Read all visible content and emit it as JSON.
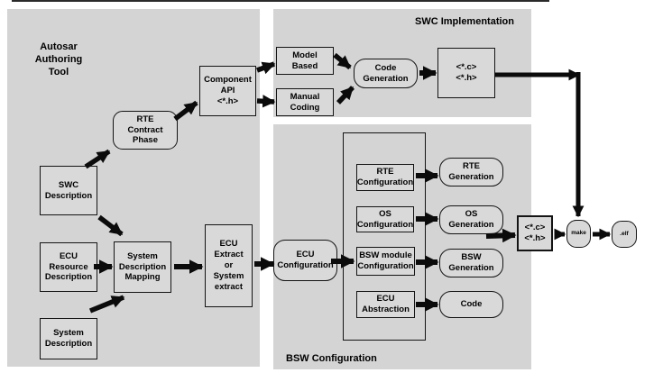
{
  "panels": {
    "authoring": {
      "label": "Autosar\nAuthoring\nTool"
    },
    "swc_impl": {
      "label": "SWC Implementation"
    },
    "bsw_conf": {
      "label": "BSW Configuration"
    }
  },
  "nodes": {
    "swc_description": {
      "label": "SWC\nDescription"
    },
    "ecu_resource_description": {
      "label": "ECU\nResource\nDescription"
    },
    "system_description": {
      "label": "System\nDescription"
    },
    "system_description_mapping": {
      "label": "System\nDescription\nMapping"
    },
    "ecu_extract": {
      "label": "ECU\nExtract\nor\nSystem\nextract"
    },
    "rte_contract_phase": {
      "label": "RTE\nContract\nPhase"
    },
    "component_api": {
      "label": "Component\nAPI\n<*.h>"
    },
    "model_based": {
      "label": "Model\nBased"
    },
    "manual_coding": {
      "label": "Manual\nCoding"
    },
    "code_generation": {
      "label": "Code\nGeneration"
    },
    "swc_ch_files": {
      "label": "<*.c>\n<*.h>"
    },
    "rte_configuration": {
      "label": "RTE\nConfiguration"
    },
    "os_configuration": {
      "label": "OS\nConfiguration"
    },
    "bsw_module_configuration": {
      "label": "BSW module\nConfiguration"
    },
    "ecu_abstraction": {
      "label": "ECU\nAbstraction"
    },
    "rte_generation": {
      "label": "RTE\nGeneration"
    },
    "os_generation": {
      "label": "OS\nGeneration"
    },
    "bsw_generation": {
      "label": "BSW\nGeneration"
    },
    "code_output": {
      "label": "Code"
    },
    "ecu_configuration": {
      "label": "ECU\nConfiguration"
    },
    "bsw_ch_files": {
      "label": "<*.c>\n<*.h>"
    },
    "make": {
      "label": "make"
    },
    "elf": {
      "label": ".elf"
    }
  },
  "colors": {
    "background": "#ffffff",
    "panel": "#d4d4d4",
    "node_fill": "#d9d9d9",
    "border": "#141414",
    "arrow": "#0b0b0b"
  }
}
